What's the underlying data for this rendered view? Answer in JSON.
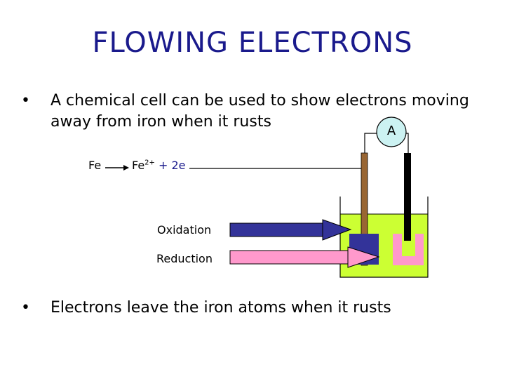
{
  "title": "FLOWING ELECTRONS",
  "bullets": [
    {
      "marker": "•",
      "line1": "A chemical cell can be used to show electrons moving",
      "line2": "away from iron when it rusts"
    },
    {
      "marker": "•",
      "line1": "Electrons leave the iron atoms when it rusts"
    }
  ],
  "equation": {
    "left": "Fe",
    "right_base": "Fe",
    "right_charge": "2+",
    "right_rest": " + 2e"
  },
  "labels": {
    "oxidation": "Oxidation",
    "reduction": "Reduction",
    "ammeter": "A"
  },
  "colors": {
    "title": "#1a1a8c",
    "solution": "#ccff33",
    "iron_rod": "#996633",
    "carbon_rod": "#000000",
    "oxidation_arrow": "#333399",
    "reduction_arrow": "#ff99cc",
    "ammeter_fill": "#ccf2f2"
  }
}
